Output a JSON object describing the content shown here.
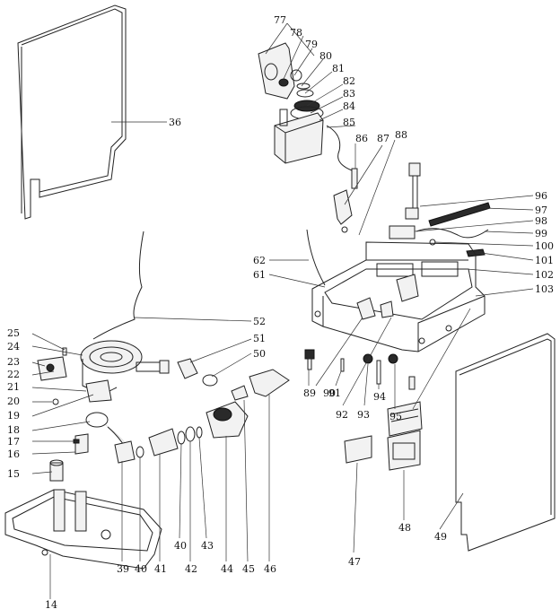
{
  "diagram": {
    "labels": [
      {
        "id": "l77",
        "text": "77"
      },
      {
        "id": "l78",
        "text": "78"
      },
      {
        "id": "l79",
        "text": "79"
      },
      {
        "id": "l80",
        "text": "80"
      },
      {
        "id": "l81",
        "text": "81"
      },
      {
        "id": "l82",
        "text": "82"
      },
      {
        "id": "l83",
        "text": "83"
      },
      {
        "id": "l84",
        "text": "84"
      },
      {
        "id": "l85",
        "text": "85"
      },
      {
        "id": "l86",
        "text": "86"
      },
      {
        "id": "l87",
        "text": "87"
      },
      {
        "id": "l88",
        "text": "88"
      },
      {
        "id": "l36",
        "text": "36"
      },
      {
        "id": "l96",
        "text": "96"
      },
      {
        "id": "l97",
        "text": "97"
      },
      {
        "id": "l98",
        "text": "98"
      },
      {
        "id": "l99",
        "text": "99"
      },
      {
        "id": "l100",
        "text": "100"
      },
      {
        "id": "l101",
        "text": "101"
      },
      {
        "id": "l102",
        "text": "102"
      },
      {
        "id": "l103",
        "text": "103"
      },
      {
        "id": "l62",
        "text": "62"
      },
      {
        "id": "l61",
        "text": "61"
      },
      {
        "id": "l52",
        "text": "52"
      },
      {
        "id": "l51",
        "text": "51"
      },
      {
        "id": "l50",
        "text": "50"
      },
      {
        "id": "l25",
        "text": "25"
      },
      {
        "id": "l24",
        "text": "24"
      },
      {
        "id": "l23",
        "text": "23"
      },
      {
        "id": "l22",
        "text": "22"
      },
      {
        "id": "l21",
        "text": "21"
      },
      {
        "id": "l20",
        "text": "20"
      },
      {
        "id": "l19",
        "text": "19"
      },
      {
        "id": "l18",
        "text": "18"
      },
      {
        "id": "l17",
        "text": "17"
      },
      {
        "id": "l16",
        "text": "16"
      },
      {
        "id": "l15",
        "text": "15"
      },
      {
        "id": "l14",
        "text": "14"
      },
      {
        "id": "l39",
        "text": "39"
      },
      {
        "id": "l40a",
        "text": "40"
      },
      {
        "id": "l40b",
        "text": "40"
      },
      {
        "id": "l41",
        "text": "41"
      },
      {
        "id": "l42",
        "text": "42"
      },
      {
        "id": "l43",
        "text": "43"
      },
      {
        "id": "l44",
        "text": "44"
      },
      {
        "id": "l45",
        "text": "45"
      },
      {
        "id": "l46",
        "text": "46"
      },
      {
        "id": "l89",
        "text": "89"
      },
      {
        "id": "l90",
        "text": "90"
      },
      {
        "id": "l91",
        "text": "91"
      },
      {
        "id": "l92",
        "text": "92"
      },
      {
        "id": "l93",
        "text": "93"
      },
      {
        "id": "l94",
        "text": "94"
      },
      {
        "id": "l95",
        "text": "95"
      },
      {
        "id": "l47",
        "text": "47"
      },
      {
        "id": "l48",
        "text": "48"
      },
      {
        "id": "l49",
        "text": "49"
      }
    ]
  }
}
